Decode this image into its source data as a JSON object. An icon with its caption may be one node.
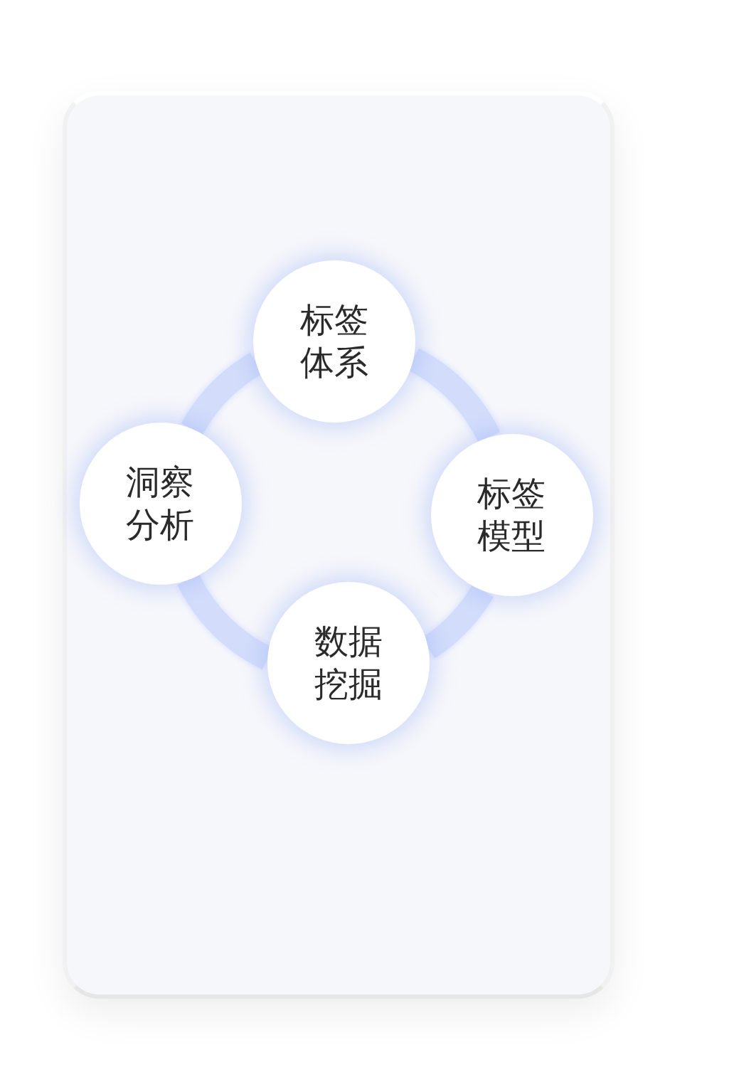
{
  "diagram": {
    "nodes": [
      {
        "text": [
          "标签体系"
        ]
      },
      {
        "text": [
          "洞察分析"
        ]
      },
      {
        "text": [
          "标签模型"
        ]
      },
      {
        "text": [
          "数据挖掘"
        ]
      }
    ],
    "edges": [
      {
        "from": 0,
        "to": 2,
        "arrow": "none"
      },
      {
        "from": 2,
        "to": 3,
        "arrow": "none"
      },
      {
        "from": 3,
        "to": 1,
        "arrow": "none"
      },
      {
        "from": 1,
        "to": 0,
        "arrow": "none"
      }
    ]
  }
}
